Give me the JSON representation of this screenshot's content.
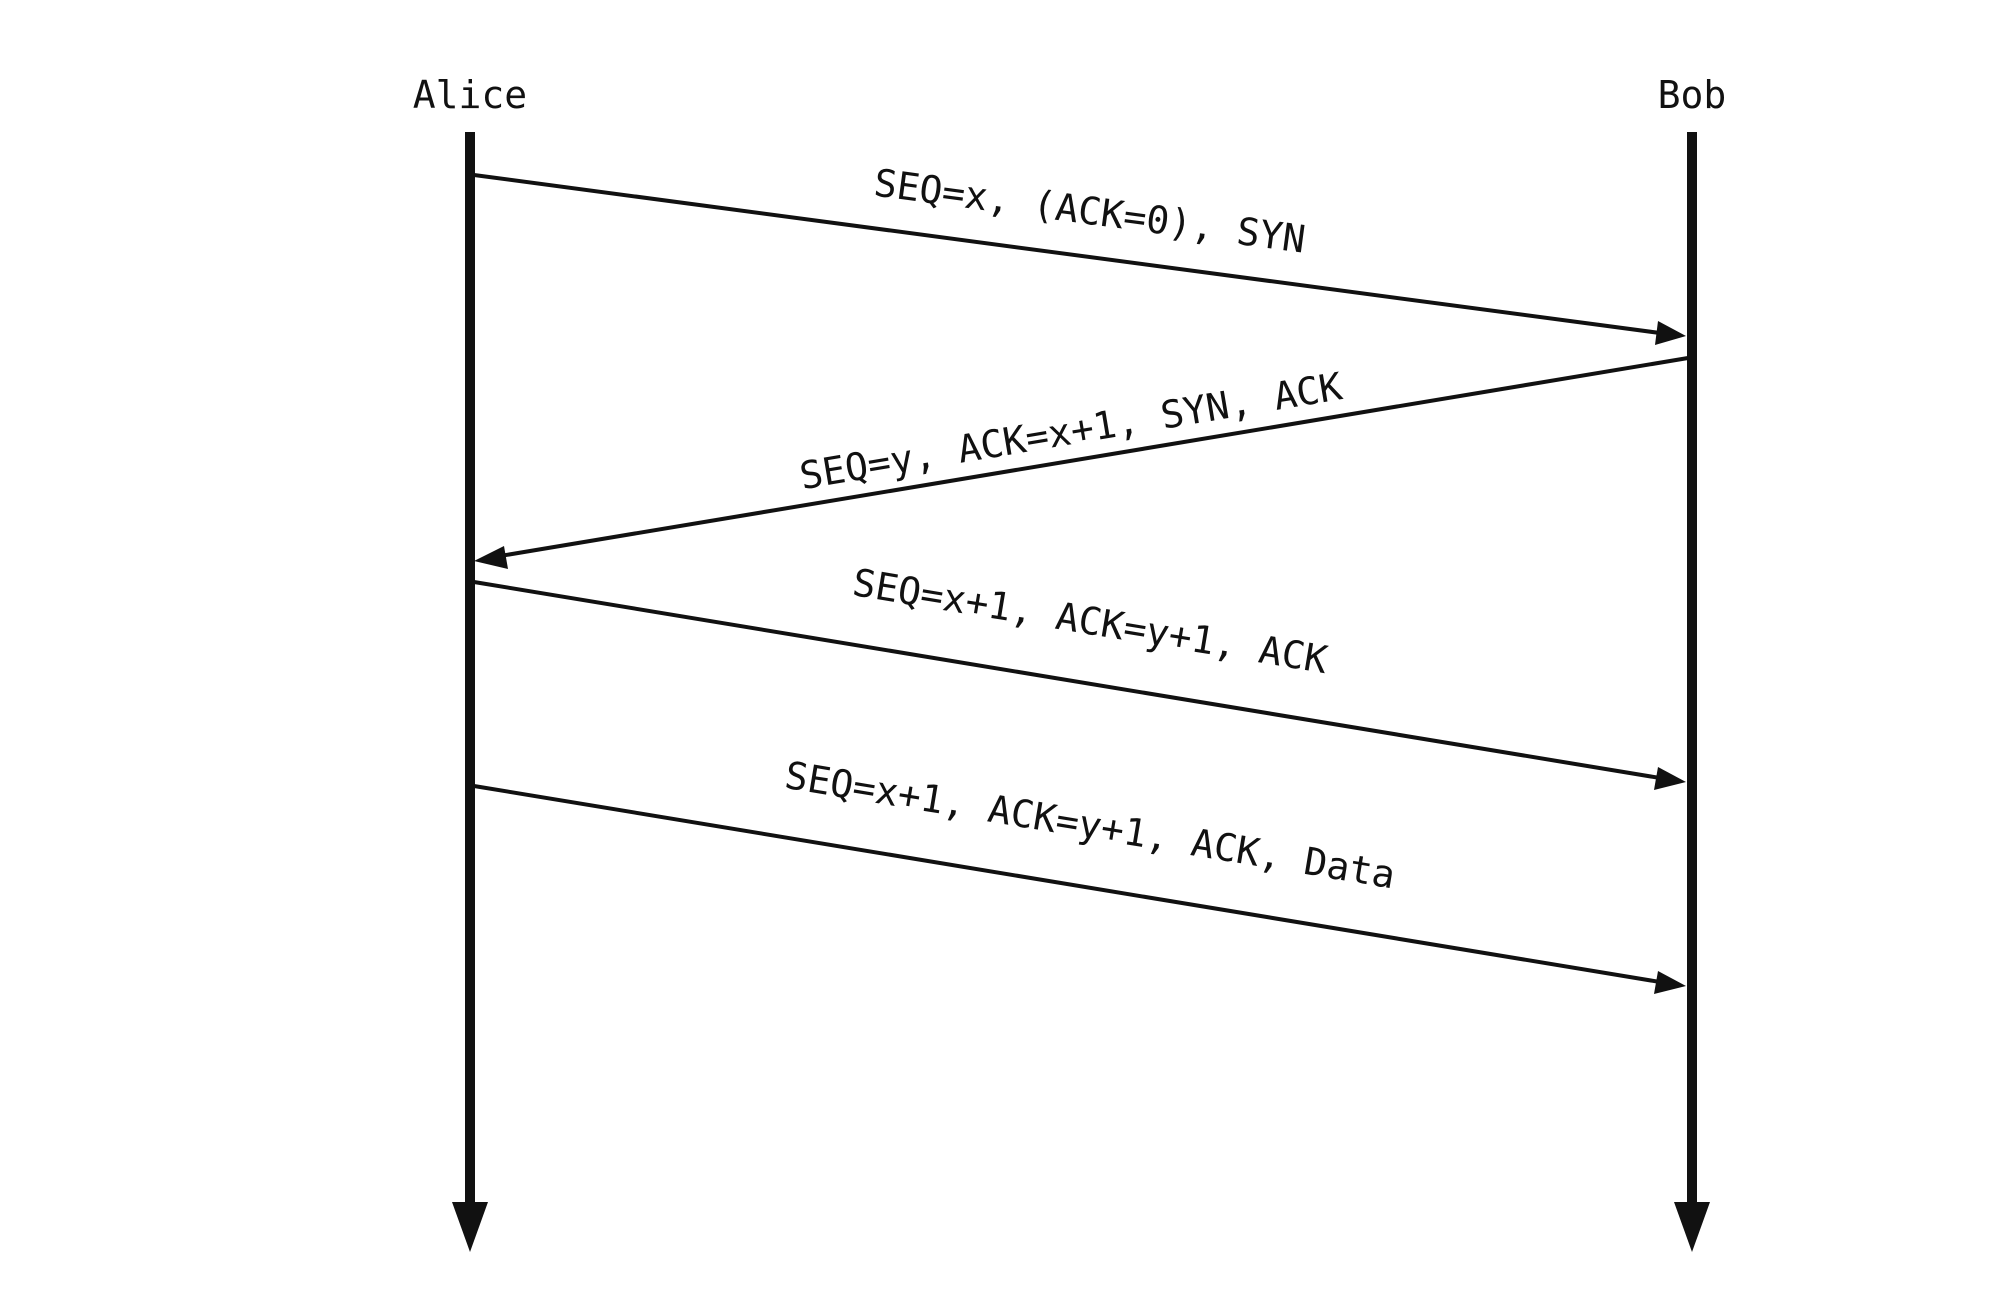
{
  "participants": {
    "alice": "Alice",
    "bob": "Bob"
  },
  "messages": [
    {
      "from": "alice",
      "to": "bob",
      "label": "SEQ=x, (ACK=0), SYN"
    },
    {
      "from": "bob",
      "to": "alice",
      "label": "SEQ=y, ACK=x+1, SYN, ACK"
    },
    {
      "from": "alice",
      "to": "bob",
      "label": "SEQ=x+1, ACK=y+1, ACK"
    },
    {
      "from": "alice",
      "to": "bob",
      "label": "SEQ=x+1, ACK=y+1, ACK, Data"
    }
  ],
  "colors": {
    "ink": "#111111",
    "background": "#ffffff"
  }
}
